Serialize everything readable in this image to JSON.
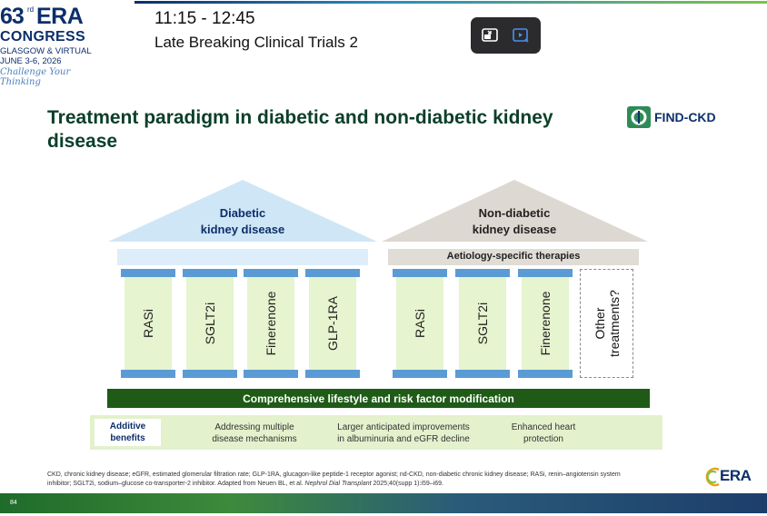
{
  "congress_logo": {
    "number": "63",
    "ordinal": "rd",
    "name": "ERA",
    "congress": "CONGRESS",
    "city": "GLASGOW & VIRTUAL",
    "date": "JUNE 3-6, 2026",
    "tagline": "Challenge Your Thinking"
  },
  "session": {
    "time": "11:15 - 12:45",
    "title": "Late Breaking Clinical Trials 2"
  },
  "slide": {
    "title": "Treatment paradigm in diabetic and non-diabetic kidney disease",
    "brand": "FIND-CKD",
    "diabetic": {
      "roof_label_line1": "Diabetic",
      "roof_label_line2": "kidney disease",
      "pillars": [
        "RASi",
        "SGLT2i",
        "Finerenone",
        "GLP-1RA"
      ]
    },
    "non_diabetic": {
      "roof_label_line1": "Non-diabetic",
      "roof_label_line2": "kidney disease",
      "band_label": "Aetiology-specific therapies",
      "pillars": [
        "RASi",
        "SGLT2i",
        "Finerenone"
      ],
      "other_line1": "Other",
      "other_line2": "treatments?"
    },
    "foundation": "Comprehensive lifestyle and risk factor modification",
    "benefits": {
      "label_line1": "Additive",
      "label_line2": "benefits",
      "items": [
        {
          "line1": "Addressing multiple",
          "line2": "disease mechanisms"
        },
        {
          "line1": "Larger anticipated improvements",
          "line2": "in albuminuria and eGFR decline"
        },
        {
          "line1": "Enhanced heart",
          "line2": "protection"
        }
      ]
    },
    "footnote_line1": "CKD, chronic kidney disease; eGFR, estimated glomerular filtration rate; GLP-1RA, glucagon-like peptide-1 receptor agonist; nd-CKD, non-diabetic chronic kidney disease; RASi, renin–angiotensin system",
    "footnote_line2a": "inhibitor; SGLT2i, sodium–glucose co-transporter-2 inhibitor. Adapted from Neuen BL, et al. ",
    "footnote_journal": "Nephrol Dial Transplant",
    "footnote_line2b": " 2025;40(supp 1):i59–i69.",
    "era_logo": "ERA",
    "page_number": "84"
  },
  "colors": {
    "title_green": "#0b3f2a",
    "pillar_cap_blue": "#5b9bd5",
    "pillar_shaft_green": "#e6f4cf",
    "foundation_green": "#1f5b17",
    "diabetic_roof": "#cfe6f6",
    "non_diabetic_roof": "#ddd8d1"
  },
  "icons": [
    "exit-pip-icon",
    "video-icon",
    "find-ckd-logo-icon",
    "era-logo-icon"
  ]
}
